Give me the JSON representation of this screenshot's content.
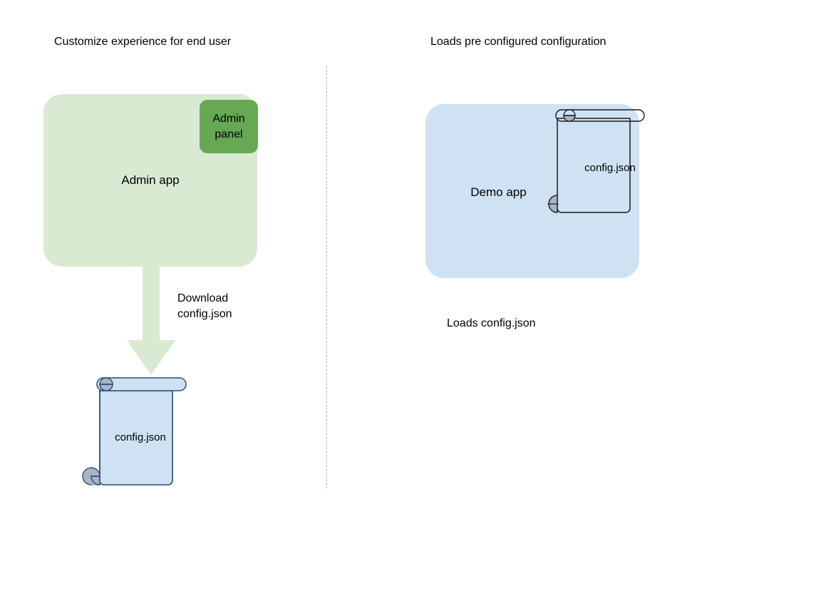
{
  "diagram": {
    "title_left": "Customize experience for end user",
    "title_right": "Loads pre configured configuration",
    "divider": "vertical-dotted-divider",
    "left_flow": {
      "app_box": {
        "label": "Admin app",
        "color": "#d9ead3",
        "panel": {
          "label": "Admin\npanel",
          "color": "#66a854"
        }
      },
      "arrow": {
        "label": "Download\nconfig.json",
        "color": "#d9ead3",
        "direction": "down"
      },
      "document": {
        "label": "config.json",
        "fill": "#cfe2f3",
        "stroke": "#2a4d7a",
        "shape": "scroll"
      }
    },
    "right_flow": {
      "app_box": {
        "label": "Demo app",
        "color": "#cfe2f3"
      },
      "document": {
        "label": "config.json",
        "fill": "transparent",
        "stroke": "#1b1b1b",
        "shape": "scroll"
      },
      "caption": "Loads config.json"
    }
  }
}
